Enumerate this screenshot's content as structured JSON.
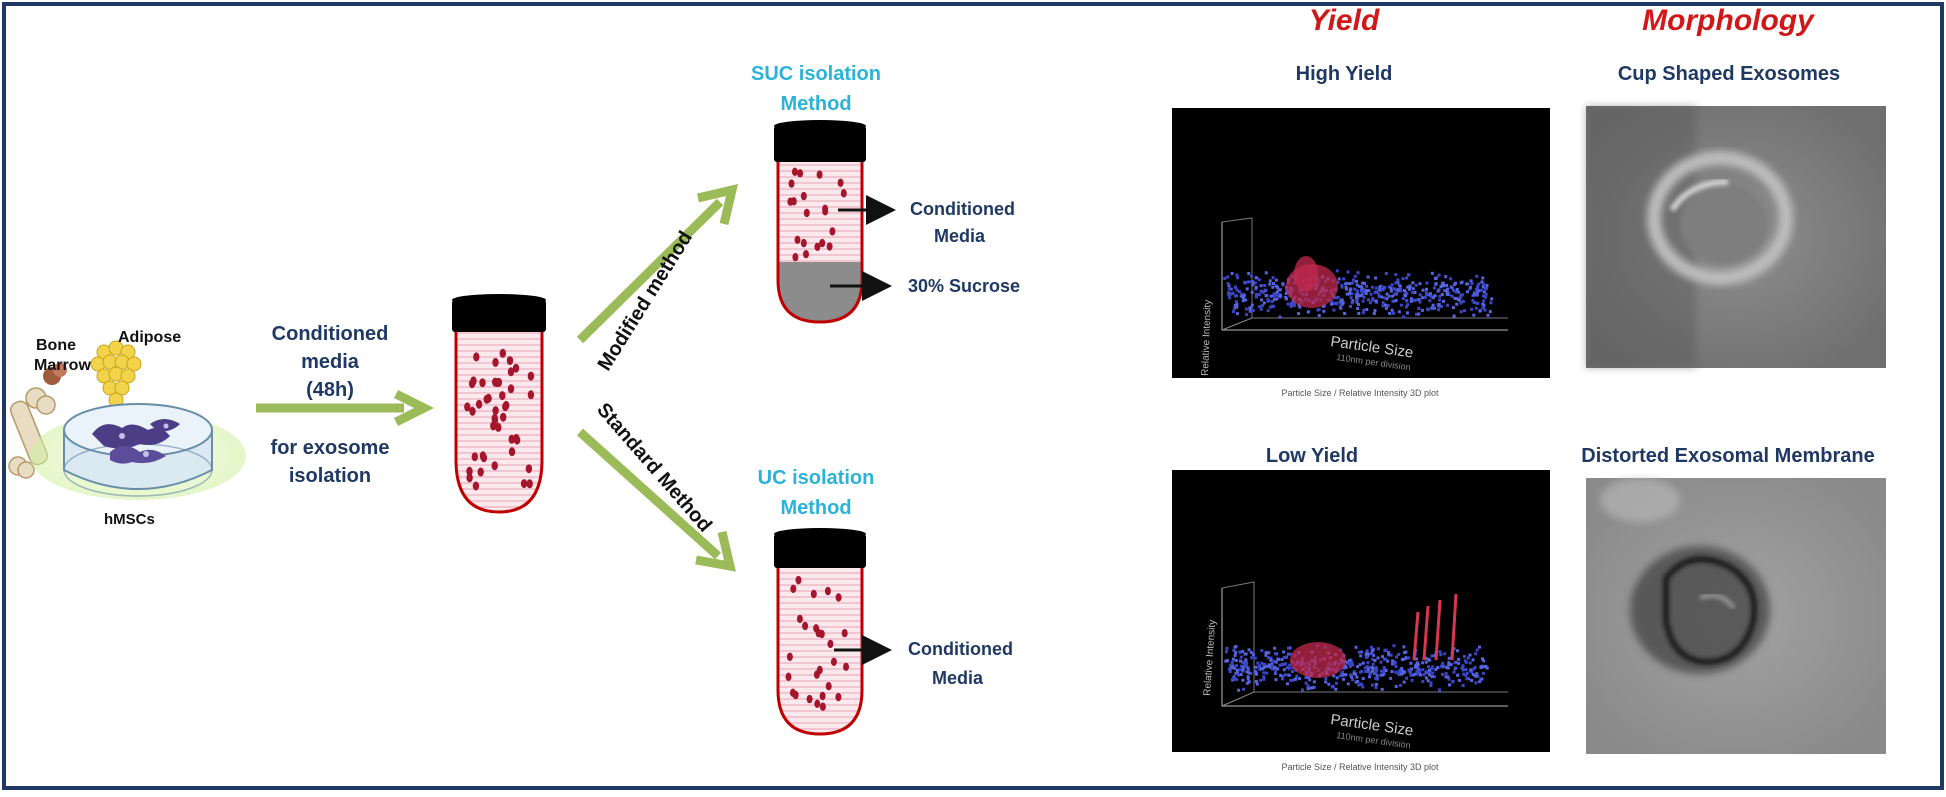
{
  "source": {
    "bone_marrow_line1": "Bone",
    "bone_marrow_line2": "Marrow",
    "adipose": "Adipose",
    "cells": "hMSCs"
  },
  "conditioned_media": {
    "line1": "Conditioned",
    "line2": "media",
    "line3": "(48h)",
    "line4": "for exosome",
    "line5": "isolation"
  },
  "arrows": {
    "modified": "Modified method",
    "standard": "Standard Method"
  },
  "suc": {
    "title_line1": "SUC isolation",
    "title_line2": "Method",
    "label_media_line1": "Conditioned",
    "label_media_line2": "Media",
    "label_sucrose": "30% Sucrose"
  },
  "uc": {
    "title_line1": "UC isolation",
    "title_line2": "Method",
    "label_media_line1": "Conditioned",
    "label_media_line2": "Media"
  },
  "yield": {
    "header": "Yield",
    "high_title": "High Yield",
    "low_title": "Low  Yield",
    "plot_caption": "Particle Size / Relative Intensity 3D plot",
    "axis_y": "Relative Intensity",
    "axis_x": "Particle Size",
    "axis_x_sub": "110nm per division"
  },
  "morphology": {
    "header": "Morphology",
    "top_title": "Cup Shaped Exosomes",
    "bottom_title": "Distorted  Exosomal Membrane"
  },
  "colors": {
    "border": "#1f3864",
    "arrow_green": "#9bbb59",
    "tube_red": "#c00000",
    "navy_text": "#1f3864",
    "cyan_text": "#2bb3d9",
    "red_text": "#d01818"
  }
}
